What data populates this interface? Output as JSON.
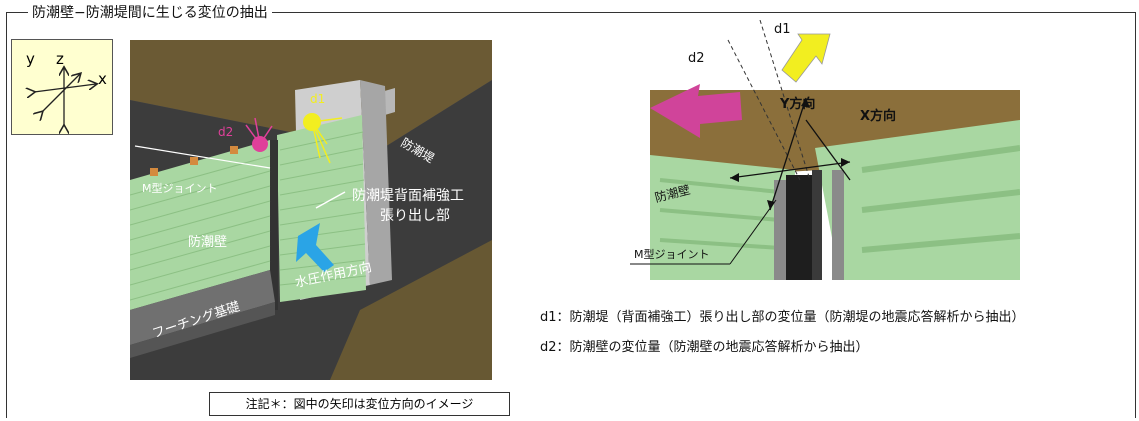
{
  "title": "防潮壁−防潮堤間に生じる変位の抽出",
  "axes": {
    "y": "y",
    "z": "z",
    "x": "x"
  },
  "left_view": {
    "d2": "d2",
    "d1": "d1",
    "bouchoutei": "防潮堤",
    "m_joint": "M型ジョイント",
    "bouchouheki": "防潮壁",
    "reinforce_line1": "防潮堤背面補強工",
    "reinforce_line2": "張り出し部",
    "water_pressure": "水圧作用方向",
    "footing": "フーチング基礎"
  },
  "right_view": {
    "d1": "d1",
    "d2": "d2",
    "y_dir": "Y方向",
    "x_dir": "X方向",
    "bouchouheki": "防潮壁",
    "m_joint": "M型ジョイント"
  },
  "descriptions": {
    "d1": "d1：防潮堤（背面補強工）張り出し部の変位量（防潮堤の地震応答解析から抽出）",
    "d2": "d2：防潮壁の変位量（防潮壁の地震応答解析から抽出）"
  },
  "note": "注記＊：図中の矢印は変位方向のイメージ",
  "colors": {
    "pink": "#e0409a",
    "yellow": "#f2ee20",
    "blue": "#2aa4e6",
    "wall_green": "#a9d7a2",
    "wall_stripe": "#bfe7b8",
    "soil": "#8b6f3b",
    "sky": "#6a6a6a",
    "gray_block": "#cfcfcf"
  }
}
